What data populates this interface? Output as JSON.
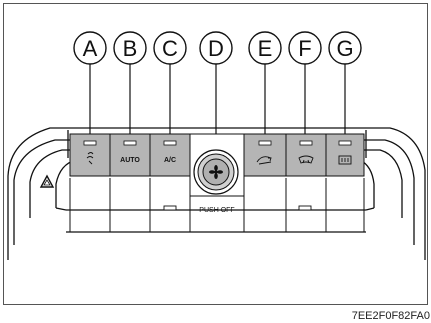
{
  "diagram": {
    "reference_code": "7EE2F0F82FA0",
    "callouts": [
      "A",
      "B",
      "C",
      "D",
      "E",
      "F",
      "G"
    ],
    "buttons": {
      "auto_label": "AUTO",
      "ac_label": "A/C"
    },
    "knob": {
      "label": "PUSH OFF"
    }
  }
}
